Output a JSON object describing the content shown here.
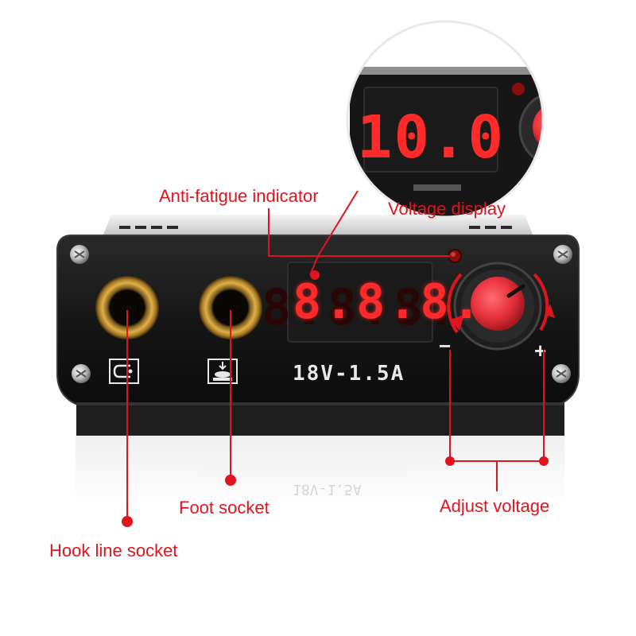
{
  "labels": {
    "anti_fatigue": "Anti-fatigue indicator",
    "voltage_display": "Voltage display",
    "foot_socket": "Foot socket",
    "hook_line_socket": "Hook line socket",
    "adjust_voltage": "Adjust voltage"
  },
  "device": {
    "zoom_display_reading": "10.0",
    "panel_display_reading": "8.8.8.",
    "rating_text": "18V-1.5A",
    "minus_sign": "−",
    "plus_sign": "+",
    "hook_icon": "hook-line-icon",
    "foot_icon": "foot-pedal-icon"
  },
  "colors": {
    "accent": "#e0141c",
    "body": "#151515",
    "display_red": "#ff2a2a",
    "socket_gold": "#c8962e",
    "knob_red": "#e8333c"
  }
}
